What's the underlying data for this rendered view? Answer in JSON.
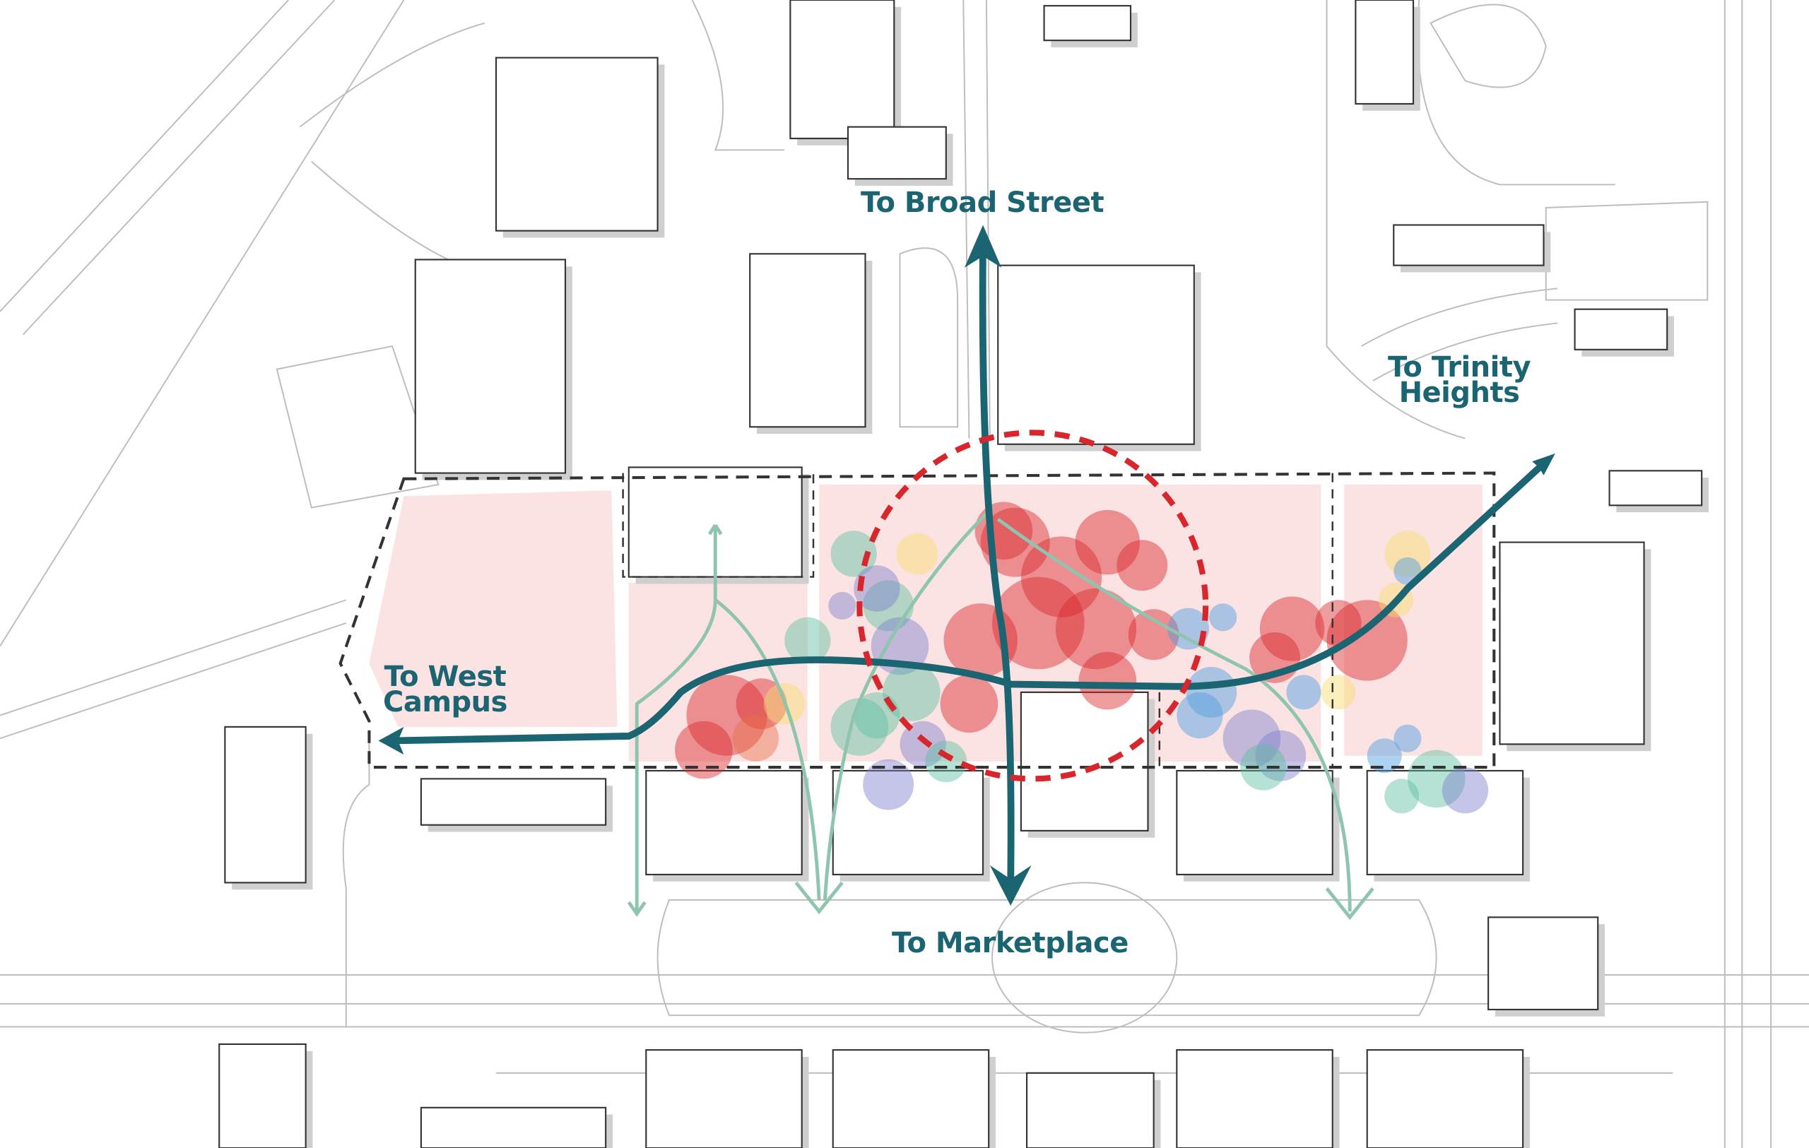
{
  "labels": {
    "north": "To Broad Street",
    "south": "To Marketplace",
    "west": "To West Campus",
    "east": "To Trinity Heights"
  },
  "colors": {
    "primary_route": "#1b6472",
    "secondary_route": "#8fc4ae",
    "focus_circle": "#d7262c",
    "site_fill": "#fbe3e3",
    "boundary": "#333333"
  }
}
